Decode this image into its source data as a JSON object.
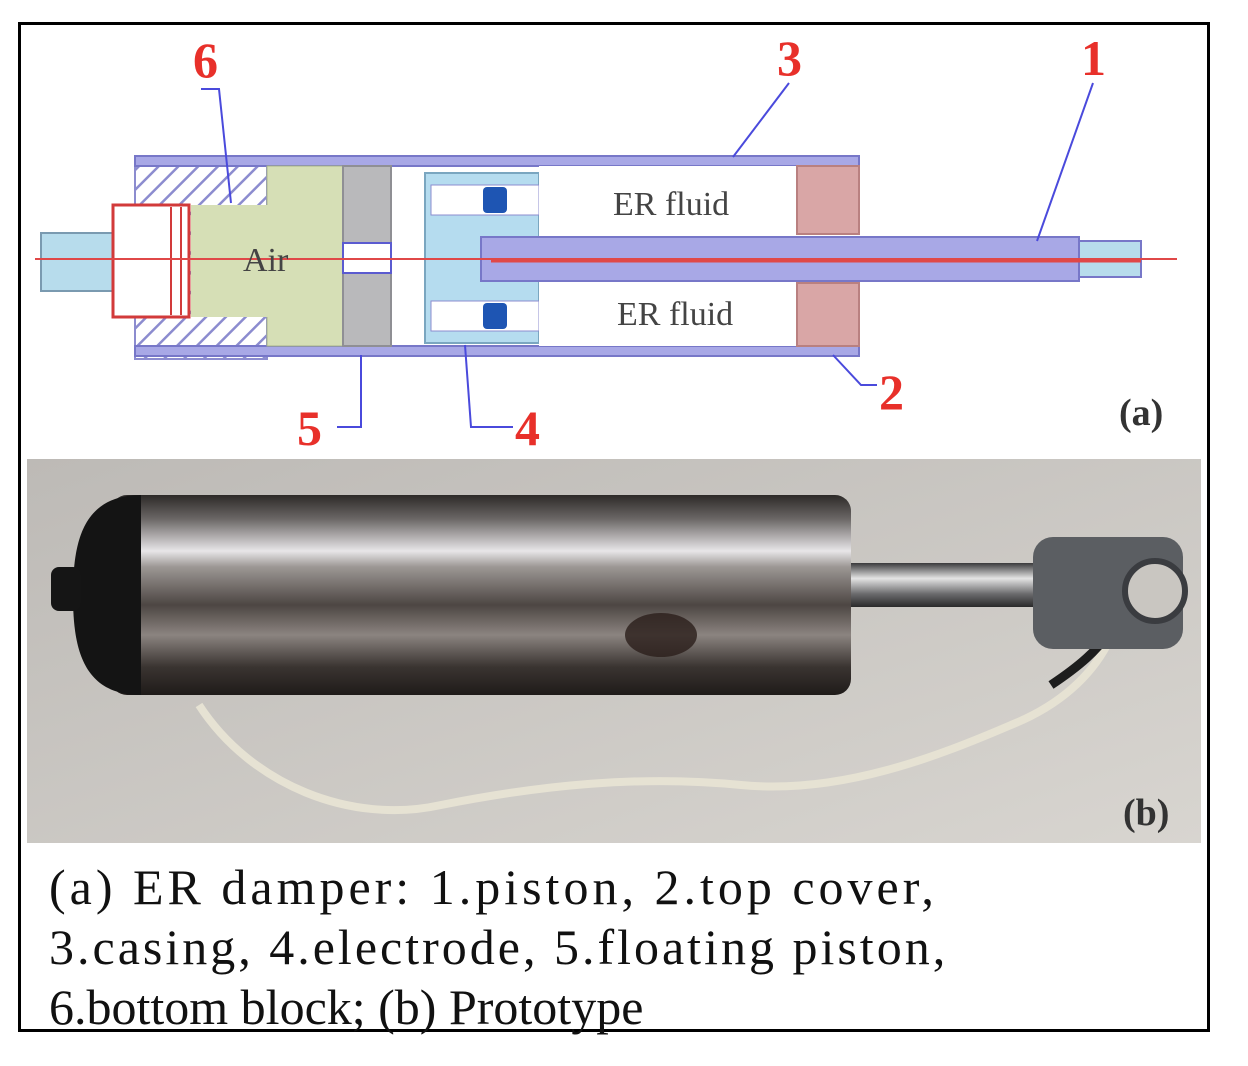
{
  "figure": {
    "callouts": {
      "n1": "1",
      "n2": "2",
      "n3": "3",
      "n4": "4",
      "n5": "5",
      "n6": "6"
    },
    "zones": {
      "air": "Air",
      "er_fluid_upper": "ER fluid",
      "er_fluid_lower": "ER fluid"
    },
    "panel_a": "(a)",
    "panel_b": "(b)"
  },
  "caption": {
    "line1": "(a) ER damper: 1.piston, 2.top cover,",
    "line2": "3.casing, 4.electrode, 5.floating piston,",
    "line3": "6.bottom block; (b) Prototype"
  },
  "colors": {
    "callout": "#e8302a",
    "leader": "#4a4adc",
    "casing": "#a8a8e6",
    "air": "#d6dfb6",
    "electrode": "#b5dcef",
    "cover": "#d9a6a6"
  }
}
